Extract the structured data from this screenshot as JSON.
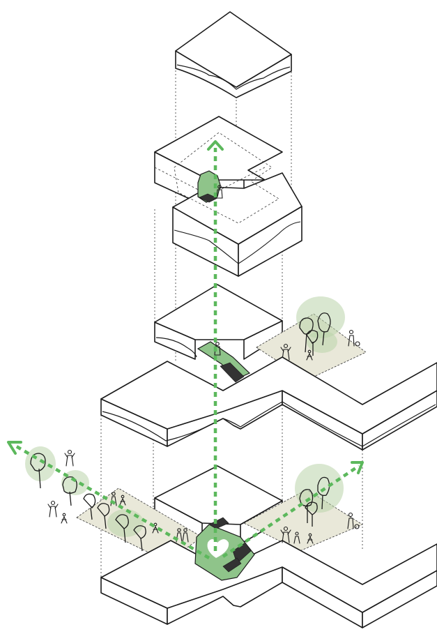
{
  "diagram": {
    "type": "exploded-axonometric",
    "colors": {
      "flow": "#5cb85c",
      "green_space": "#8fc48a",
      "tree_halo": "#b9d4a9",
      "plaza": "#e9e8d9",
      "line": "#1a1a1a"
    },
    "levels": [
      {
        "id": "roof-slab"
      },
      {
        "id": "upper-floor-block",
        "features": [
          "green-core",
          "person-icon"
        ]
      },
      {
        "id": "middle-floor-block",
        "features": [
          "green-ramp",
          "person-icon",
          "side-terrace"
        ]
      },
      {
        "id": "wide-floor-slab"
      },
      {
        "id": "ground-floor",
        "features": [
          "heart-courtyard",
          "west-garden",
          "east-garden"
        ]
      }
    ],
    "flows": [
      {
        "id": "vertical-flow",
        "direction": "up",
        "icon": "arrow-up-icon"
      },
      {
        "id": "west-flow",
        "direction": "north-west",
        "icon": "arrow-left-icon"
      },
      {
        "id": "east-flow",
        "direction": "north-east",
        "icon": "arrow-right-icon"
      }
    ],
    "icons": [
      "tree-icon",
      "person-icon",
      "heart-icon",
      "stairs-icon"
    ]
  }
}
